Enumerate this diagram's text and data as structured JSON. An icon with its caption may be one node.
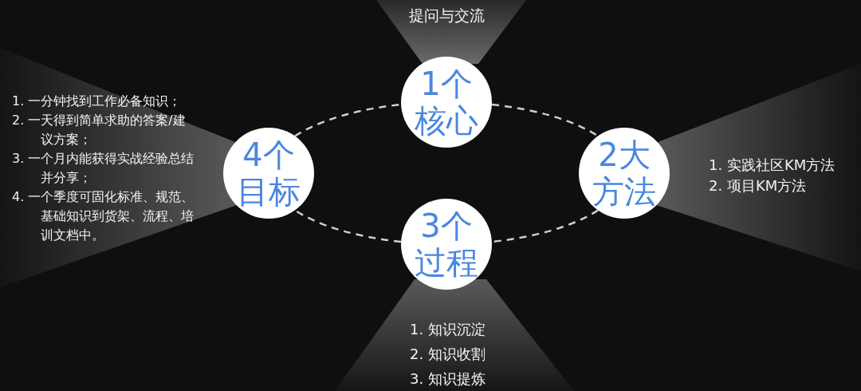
{
  "diagram": {
    "nodes": [
      {
        "text": [
          "1个核心"
        ],
        "beside": [
          "提问与交流"
        ]
      },
      {
        "text": [
          "4个目标"
        ],
        "beside": [
          "1. 一分钟找到工作必备知识；",
          "2. 一天得到简单求助的答案/建议方案；",
          "3. 一个月内能获得实战经验总结并分享；",
          "4. 一个季度可固化标准、规范、基础知识到货架、流程、培训文档中。"
        ]
      },
      {
        "text": [
          "2大方法"
        ],
        "beside": [
          "1. 实践社区KM方法",
          "2. 项目KM方法"
        ]
      },
      {
        "text": [
          "3个过程"
        ],
        "beside": [
          "1. 知识沉淀",
          "2. 知识收割",
          "3. 知识提炼"
        ]
      }
    ],
    "edges": [
      {
        "from": 0,
        "to": 2,
        "arrow": "none",
        "style": "dashed"
      },
      {
        "from": 2,
        "to": 3,
        "arrow": "none",
        "style": "dashed"
      },
      {
        "from": 3,
        "to": 1,
        "arrow": "none",
        "style": "dashed"
      },
      {
        "from": 1,
        "to": 0,
        "arrow": "none",
        "style": "dashed"
      }
    ]
  }
}
